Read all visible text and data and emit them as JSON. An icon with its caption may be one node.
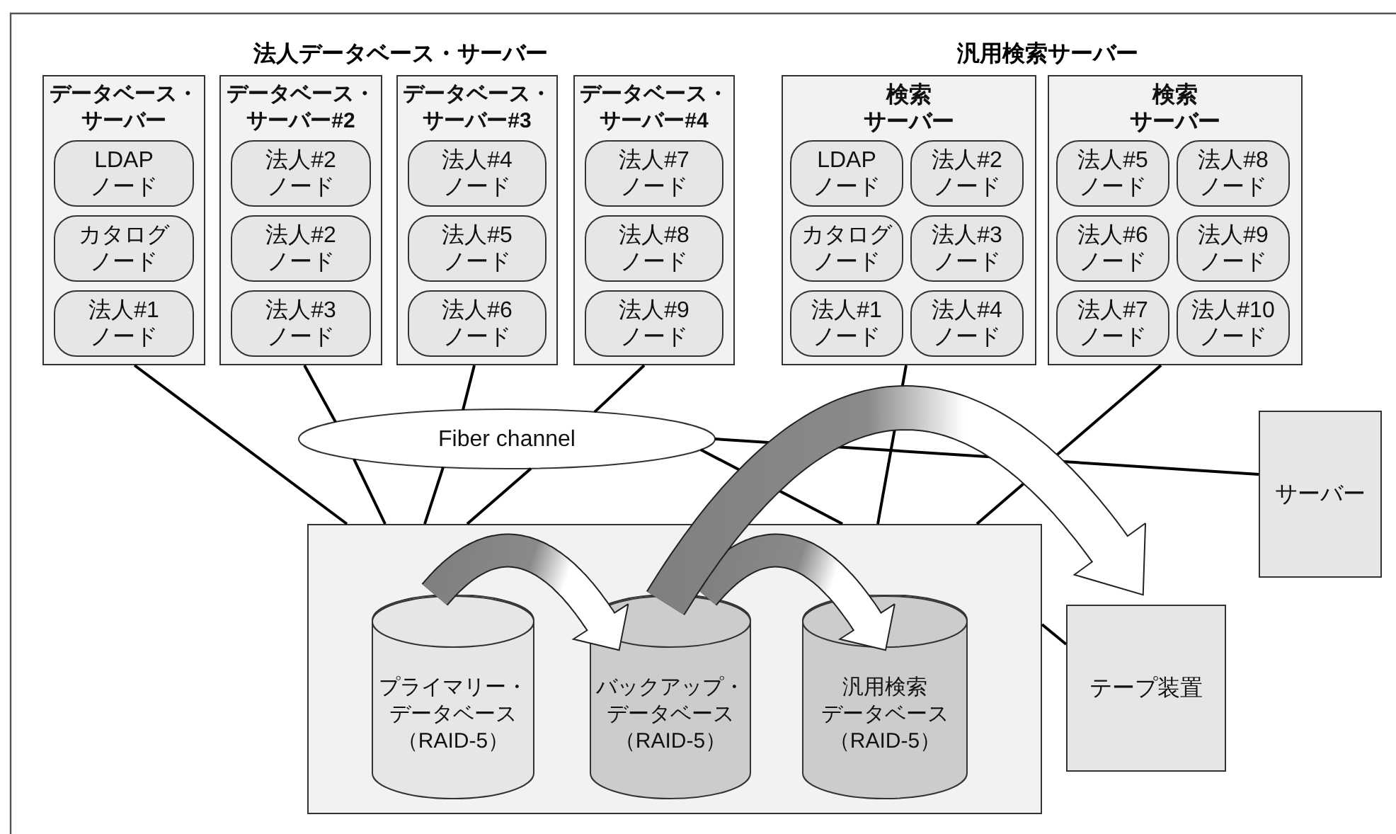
{
  "diagram": {
    "nodes": [
      {
        "text": [
          "データベース・サーバー"
        ]
      },
      {
        "text": [
          "LDAPノード"
        ],
        "in": 0
      },
      {
        "text": [
          "カタログノード"
        ],
        "in": 0
      },
      {
        "text": [
          "法人#1ノード"
        ],
        "in": 0
      },
      {
        "text": [
          "データベース・サーバー#2"
        ]
      },
      {
        "text": [
          "法人#2ノード"
        ],
        "in": 4
      },
      {
        "text": [
          "法人#2ノード"
        ],
        "in": 4
      },
      {
        "text": [
          "法人#3ノード"
        ],
        "in": 4
      },
      {
        "text": [
          "データベース・サーバー#3"
        ]
      },
      {
        "text": [
          "法人#4ノード"
        ],
        "in": 8
      },
      {
        "text": [
          "法人#5ノード"
        ],
        "in": 8
      },
      {
        "text": [
          "法人#6ノード"
        ],
        "in": 8
      },
      {
        "text": [
          "データベース・サーバー#4"
        ]
      },
      {
        "text": [
          "法人#7ノード"
        ],
        "in": 12
      },
      {
        "text": [
          "法人#8ノード"
        ],
        "in": 12
      },
      {
        "text": [
          "法人#9ノード"
        ],
        "in": 12
      },
      {
        "text": [
          "検索サーバー"
        ]
      },
      {
        "text": [
          "LDAPノード"
        ],
        "in": 16
      },
      {
        "text": [
          "法人#2ノード"
        ],
        "in": 16
      },
      {
        "text": [
          "カタログノード"
        ],
        "in": 16
      },
      {
        "text": [
          "法人#3ノード"
        ],
        "in": 16
      },
      {
        "text": [
          "法人#1ノード"
        ],
        "in": 16
      },
      {
        "text": [
          "法人#4ノード"
        ],
        "in": 16
      },
      {
        "text": [
          "検索サーバー"
        ]
      },
      {
        "text": [
          "法人#5ノード"
        ],
        "in": 23
      },
      {
        "text": [
          "法人#8ノード"
        ],
        "in": 23
      },
      {
        "text": [
          "法人#6ノード"
        ],
        "in": 23
      },
      {
        "text": [
          "法人#9ノード"
        ],
        "in": 23
      },
      {
        "text": [
          "法人#7ノード"
        ],
        "in": 23
      },
      {
        "text": [
          "法人#10ノード"
        ],
        "in": 23
      },
      {
        "text": [
          "Fiber channel"
        ]
      },
      {
        "text": [
          "サーバー"
        ]
      },
      {
        "text": [],
        "shape": "box"
      },
      {
        "text": [
          "プライマリー・データベース（RAID-5）"
        ],
        "in": 32
      },
      {
        "text": [
          "バックアップ・データベース（RAID-5）"
        ],
        "in": 32
      },
      {
        "text": [
          "汎用検索データベース（RAID-5）"
        ],
        "in": 32
      },
      {
        "text": [
          "テープ装置"
        ]
      }
    ],
    "edges": [
      {
        "from": 0,
        "to": 32,
        "arrow": "none"
      },
      {
        "from": 4,
        "to": 30,
        "arrow": "none"
      },
      {
        "from": 30,
        "to": 32,
        "arrow": "none"
      },
      {
        "from": 8,
        "to": 30,
        "arrow": "none"
      },
      {
        "from": 30,
        "to": 32,
        "arrow": "none"
      },
      {
        "from": 12,
        "to": 30,
        "arrow": "none"
      },
      {
        "from": 30,
        "to": 32,
        "arrow": "none"
      },
      {
        "from": 30,
        "to": 32,
        "arrow": "none"
      },
      {
        "from": 30,
        "to": 31,
        "arrow": "none"
      },
      {
        "from": 16,
        "to": 32,
        "arrow": "none"
      },
      {
        "from": 23,
        "to": 32,
        "arrow": "none"
      },
      {
        "from": 32,
        "to": 36,
        "arrow": "none"
      },
      {
        "from": 33,
        "to": 34,
        "arrow": "to",
        "style": "thick"
      },
      {
        "from": 34,
        "to": 35,
        "arrow": "to",
        "style": "thick"
      },
      {
        "from": 34,
        "to": 36,
        "arrow": "to",
        "style": "thick"
      }
    ],
    "labels": [
      "法人データベース・サーバー",
      "汎用検索サーバー"
    ]
  }
}
